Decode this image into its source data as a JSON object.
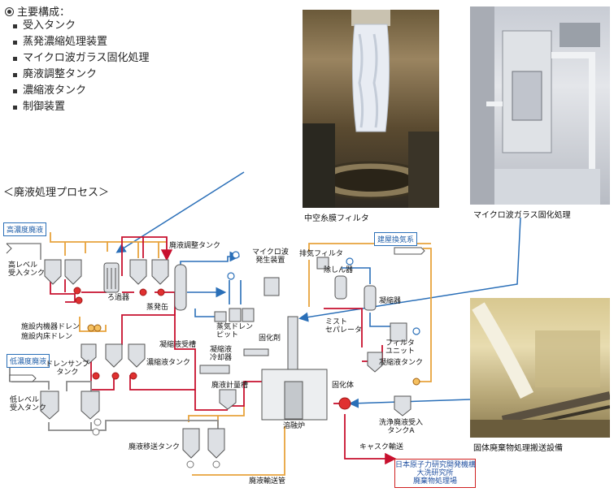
{
  "main_components": {
    "heading": "主要構成：",
    "items": [
      "受入タンク",
      "蒸発濃縮処理装置",
      "マイクロ波ガラス固化処理",
      "廃液調整タンク",
      "濃縮液タンク",
      "制御装置"
    ]
  },
  "process_title": "＜廃液処理プロセス＞",
  "photos": {
    "hollow_fiber_filter": "中空糸膜フィルタ",
    "microwave_vitrification": "マイクロ波ガラス固化処理",
    "solid_waste_conveyor": "固体廃棄物処理搬送設備"
  },
  "sources": {
    "high_conc_waste": "高濃度廃液",
    "low_conc_waste": "低濃度廃液",
    "building_exhaust": "建屋換気系"
  },
  "equipment": {
    "high_level_tank": "高レベル\n受入タンク",
    "filter_unit": "ろ過器",
    "evaporator": "蒸発缶",
    "adjust_tank": "廃液調整タンク",
    "drain_in_facility": "施設内機器ドレン",
    "drain_floor": "施設内床ドレン",
    "drain_sump": "ドレンサンプ\nタンク",
    "concentrate_tank": "濃縮液タンク",
    "condensate_tank": "凝縮液受槽",
    "condensate_cooler": "凝縮液\n冷却器",
    "steam_drain_pit": "蒸気ドレン\nピット",
    "microwave_generator": "マイクロ波\n発生装置",
    "exhaust_filter": "排気フィルタ",
    "dehumidifier": "除しん器",
    "condenser": "凝縮器",
    "mist_separator": "ミスト\nセパレータ",
    "filter_unit2": "フィルタ\nユニット",
    "condensate_tank2": "凝縮液タンク",
    "solidifier": "固化剤",
    "metering_tank": "廃液計量槽",
    "melter": "溶融炉",
    "solid_body": "固化体",
    "wash_tank_a": "洗浄廃液受入\nタンクA",
    "low_level_tank": "低レベル\n受入タンク",
    "transfer_tank": "廃液移送タンク",
    "transfer_pipe": "廃液輸送管",
    "cask_transport": "キャスク輸送"
  },
  "destination": "日本原子力研究開発機構\n大洗研究所\n廃棄物処理場",
  "colors": {
    "waste_line": "#c8102e",
    "low_line": "#8a8a8a",
    "exhaust_line": "#e8a33c",
    "vapor_line": "#2a6fb8",
    "pump": "#e03030"
  }
}
